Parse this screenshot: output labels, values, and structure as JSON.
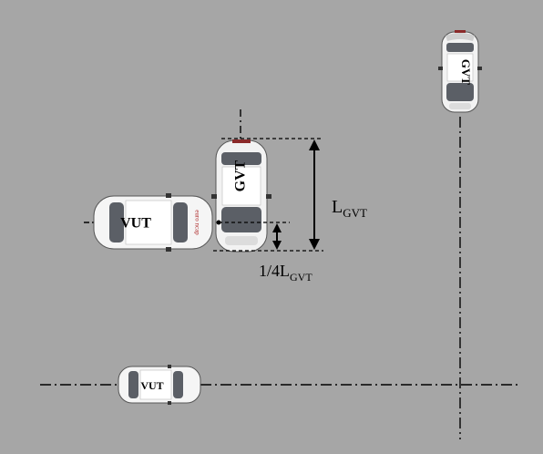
{
  "scene": {
    "background": "#a6a6a6",
    "line_color": "#000000"
  },
  "vehicles": {
    "gvt_far_label": "GVT",
    "gvt_impact_label": "GVT",
    "vut_impact_label": "VUT",
    "vut_start_label": "VUT",
    "vut_side_logo": "euro ncap"
  },
  "dimensions": {
    "gvt_length_label": "L",
    "gvt_length_subscript": "GVT",
    "quarter_prefix": "1/4L",
    "quarter_subscript": "GVT"
  }
}
